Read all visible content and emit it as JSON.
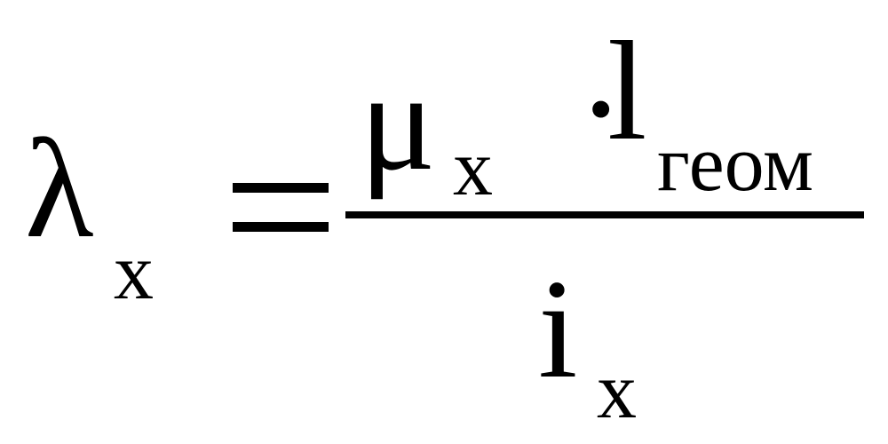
{
  "formula": {
    "lhs": {
      "symbol": "λ",
      "subscript": "x"
    },
    "operator": "=",
    "numerator": {
      "symbol": "μ",
      "subscript": "x",
      "multiply": "·",
      "length_symbol": "l",
      "length_subscript": "геом"
    },
    "denominator": {
      "symbol": "i",
      "subscript": "x"
    }
  }
}
